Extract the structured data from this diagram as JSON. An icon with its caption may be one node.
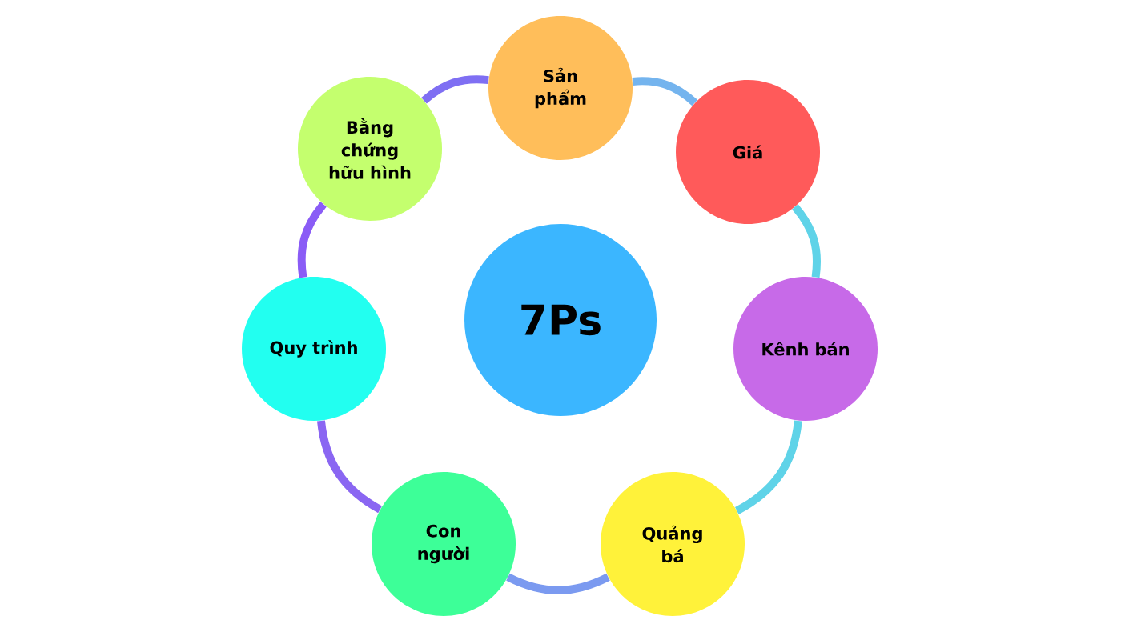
{
  "diagram": {
    "nodes": [
      {
        "text": [
          "7Ps"
        ]
      },
      {
        "text": [
          "Sản phẩm"
        ]
      },
      {
        "text": [
          "Giá"
        ]
      },
      {
        "text": [
          "Kênh bán"
        ]
      },
      {
        "text": [
          "Quảng bá"
        ]
      },
      {
        "text": [
          "Con người"
        ]
      },
      {
        "text": [
          "Quy trình"
        ]
      },
      {
        "text": [
          "Bằng chứng hữu hình"
        ]
      }
    ],
    "edges": [
      {
        "from": 1,
        "to": 2,
        "arrow": "none",
        "color": "#74b4ee"
      },
      {
        "from": 2,
        "to": 3,
        "arrow": "none",
        "color": "#5fd3e8"
      },
      {
        "from": 3,
        "to": 4,
        "arrow": "none",
        "color": "#5fd3e8"
      },
      {
        "from": 4,
        "to": 5,
        "arrow": "none",
        "color": "#7b9af0"
      },
      {
        "from": 5,
        "to": 6,
        "arrow": "none",
        "color": "#8a66f2"
      },
      {
        "from": 6,
        "to": 7,
        "arrow": "none",
        "color": "#8a5cf6"
      },
      {
        "from": 7,
        "to": 1,
        "arrow": "none",
        "color": "#7f6ff3"
      }
    ]
  }
}
